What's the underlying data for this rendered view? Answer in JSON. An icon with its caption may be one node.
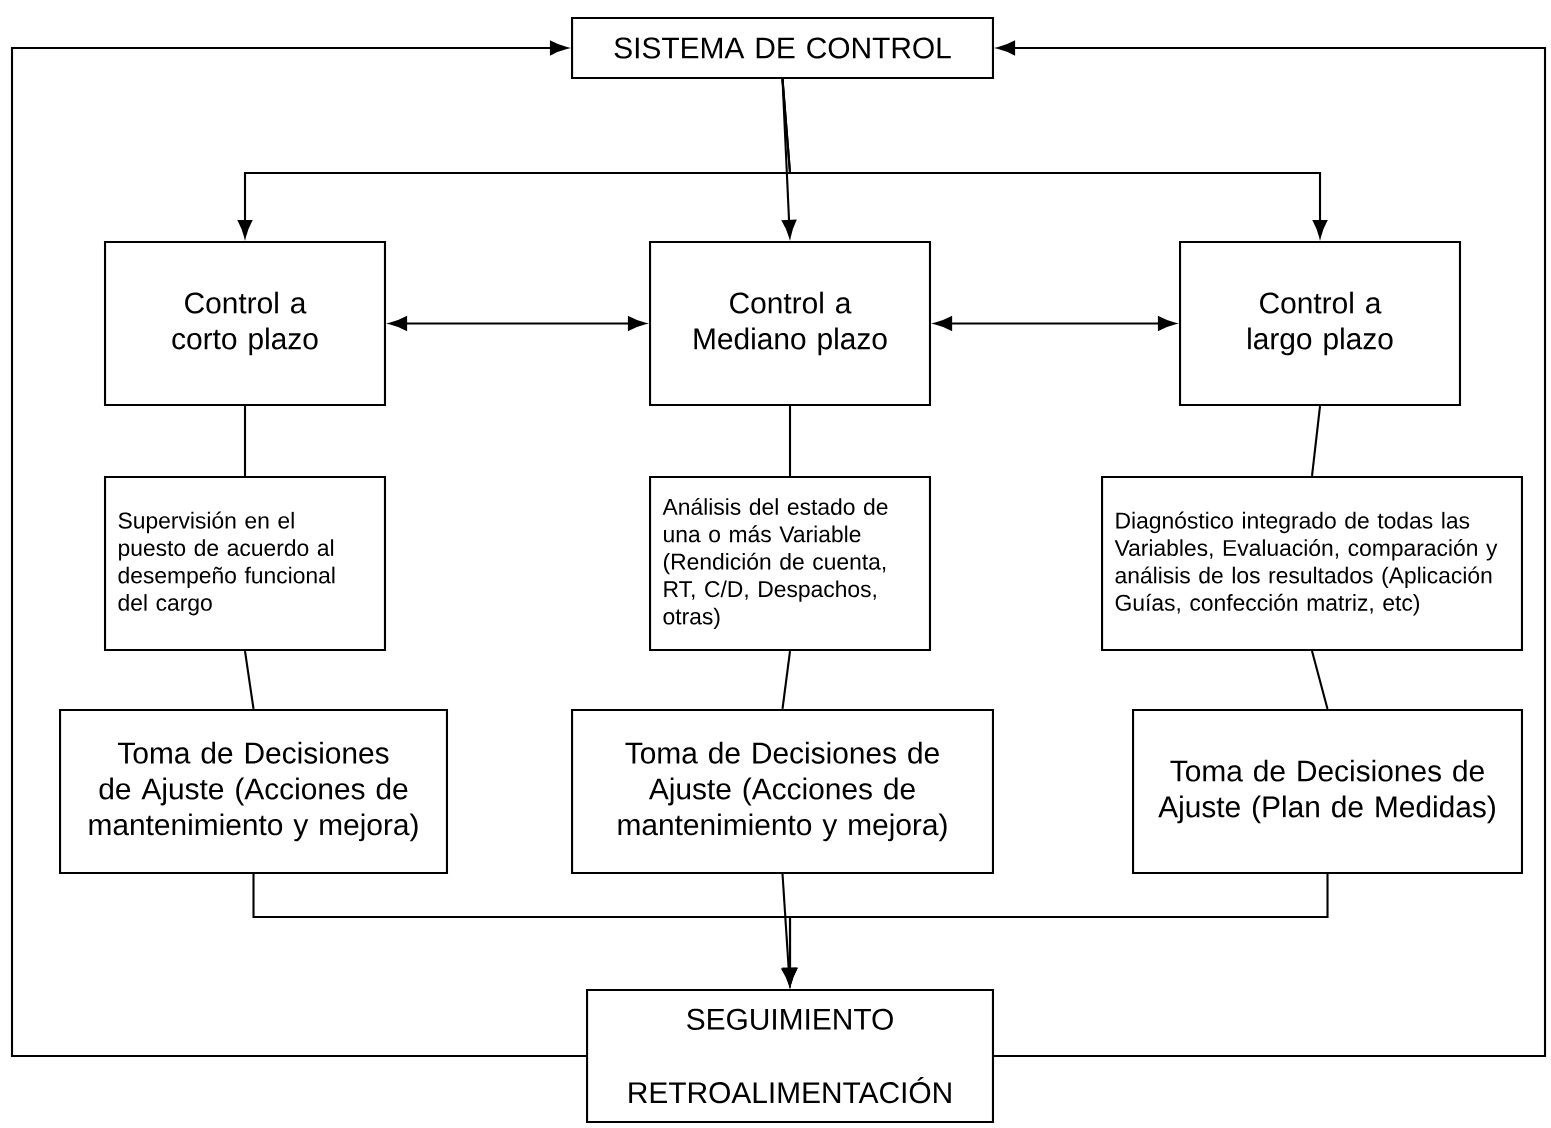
{
  "diagram": {
    "nodes": [
      {
        "text": [
          "SISTEMA DE CONTROL"
        ]
      },
      {
        "text": [
          "Control a corto plazo"
        ]
      },
      {
        "text": [
          "Control a Mediano plazo"
        ]
      },
      {
        "text": [
          "Control a largo plazo"
        ]
      },
      {
        "text": [
          "Supervisión en el puesto de acuerdo al desempeño funcional del cargo"
        ]
      },
      {
        "text": [
          "Análisis del estado de una o más Variable (Rendición de cuenta, RT, C/D, Despachos, otras)"
        ]
      },
      {
        "text": [
          "Diagnóstico integrado de todas las Variables, Evaluación, comparación y análisis de los resultados (Aplicación Guías, confección matriz, etc)"
        ]
      },
      {
        "text": [
          "Toma de Decisiones de Ajuste (Acciones de mantenimiento y mejora)"
        ]
      },
      {
        "text": [
          "Toma de Decisiones de Ajuste (Acciones de mantenimiento y mejora)"
        ]
      },
      {
        "text": [
          "Toma de Decisiones de Ajuste (Plan de Medidas)"
        ]
      },
      {
        "text": [
          "SEGUIMIENTO",
          "RETROALIMENTACIÓN"
        ]
      }
    ],
    "edges": [
      {
        "from": 0,
        "to": 1,
        "arrow": "to"
      },
      {
        "from": 0,
        "to": 2,
        "arrow": "to"
      },
      {
        "from": 0,
        "to": 3,
        "arrow": "to"
      },
      {
        "from": 1,
        "to": 2,
        "arrow": "both"
      },
      {
        "from": 2,
        "to": 3,
        "arrow": "both"
      },
      {
        "from": 1,
        "to": 4,
        "arrow": "none"
      },
      {
        "from": 2,
        "to": 5,
        "arrow": "none"
      },
      {
        "from": 3,
        "to": 6,
        "arrow": "none"
      },
      {
        "from": 4,
        "to": 7,
        "arrow": "none"
      },
      {
        "from": 5,
        "to": 8,
        "arrow": "none"
      },
      {
        "from": 6,
        "to": 9,
        "arrow": "none"
      },
      {
        "from": 7,
        "to": 10,
        "arrow": "to"
      },
      {
        "from": 8,
        "to": 10,
        "arrow": "to"
      },
      {
        "from": 9,
        "to": 10,
        "arrow": "to"
      },
      {
        "from": 10,
        "to": 0,
        "arrow": "to"
      },
      {
        "from": 10,
        "to": 0,
        "arrow": "to"
      }
    ]
  }
}
